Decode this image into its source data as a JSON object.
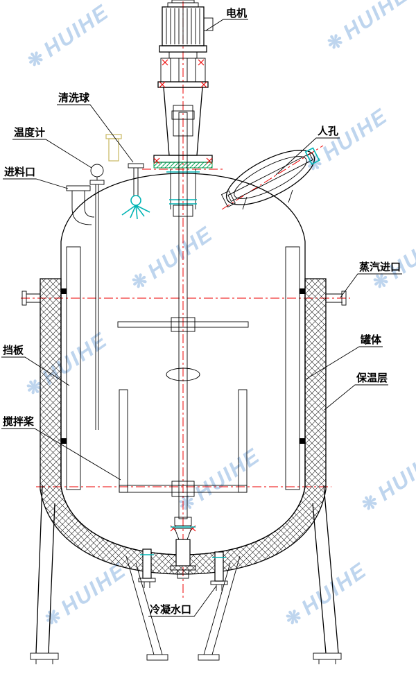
{
  "watermark": {
    "text": "HUIHE",
    "logo_glyph": "❋"
  },
  "colors": {
    "line": "#000000",
    "centerline": "#ee0000",
    "fitting_teal": "#00b4b4",
    "gasket_green": "#00a050",
    "watermark": "#a9c7e9"
  },
  "labels": {
    "motor": "电机",
    "cleaning_ball": "清洗球",
    "thermometer": "温度计",
    "feed_inlet": "进料口",
    "manhole": "人孔",
    "steam_inlet": "蒸汽进口",
    "baffle": "挡板",
    "tank_body": "罐体",
    "insulation": "保温层",
    "agitator": "搅拌桨",
    "condensate_outlet": "冷凝水口"
  }
}
